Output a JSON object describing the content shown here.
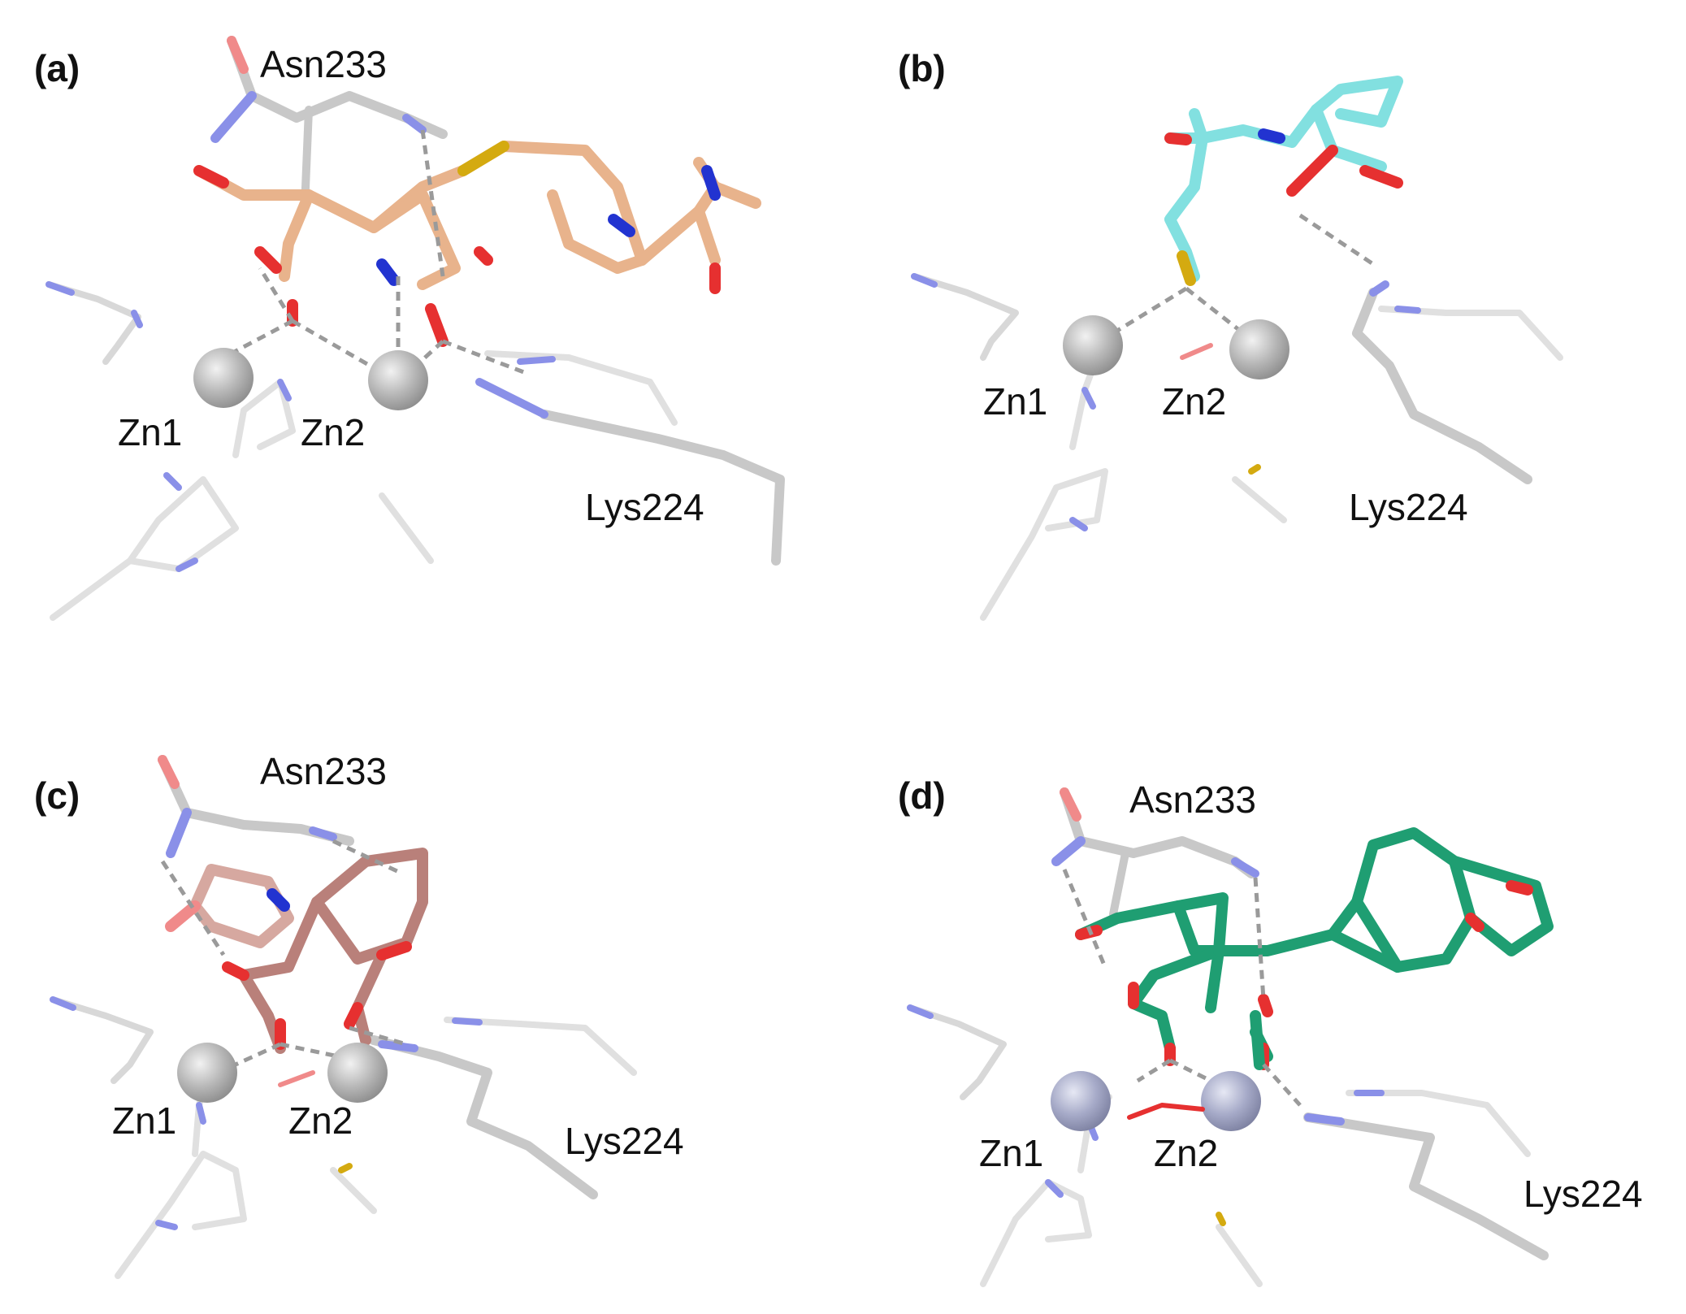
{
  "panels": [
    {
      "id": "a",
      "label": "(a)",
      "residues": [
        "Asn233",
        "Zn1",
        "Zn2",
        "Lys224"
      ],
      "ligand_color": "#e8b38c"
    },
    {
      "id": "b",
      "label": "(b)",
      "residues": [
        "Zn1",
        "Zn2",
        "Lys224"
      ],
      "ligand_color": "#82e0e0"
    },
    {
      "id": "c",
      "label": "(c)",
      "residues": [
        "Asn233",
        "Zn1",
        "Zn2",
        "Lys224"
      ],
      "ligand_color": "#b9807a"
    },
    {
      "id": "d",
      "label": "(d)",
      "residues": [
        "Asn233",
        "Zn1",
        "Zn2",
        "Lys224"
      ],
      "ligand_color": "#1f9e72"
    }
  ],
  "colors": {
    "protein_carbon": "#d4d4d4",
    "backbone": "#b8b8b8",
    "nitrogen": "#2233d0",
    "nitrogen_faded": "#8a90e8",
    "oxygen": "#e63030",
    "oxygen_faded": "#f08a8a",
    "sulfur": "#d4aa10",
    "zinc": "#b4b4b4",
    "zinc_d": "#a8acc8",
    "hbond": "#9a9a9a"
  }
}
